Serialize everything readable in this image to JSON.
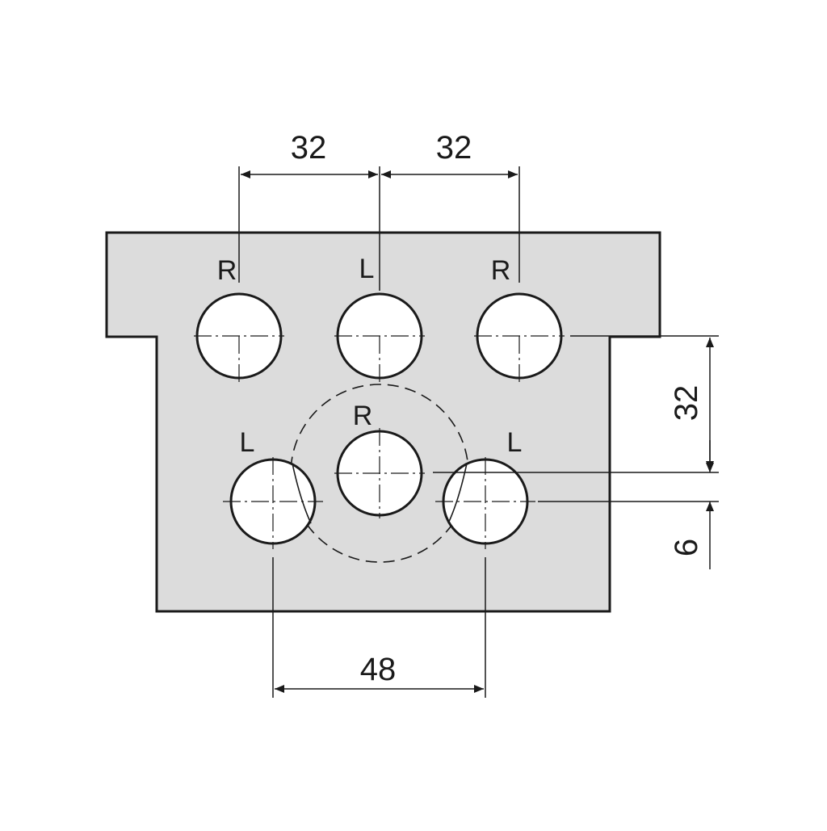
{
  "colors": {
    "plate_fill": "#dcdcdc",
    "outline": "#1a1a1a",
    "hole_fill": "#ffffff",
    "background": "#ffffff"
  },
  "dimensions": {
    "top_left": "32",
    "top_right": "32",
    "right_vertical": "32",
    "right_offset": "6",
    "bottom": "48"
  },
  "holes": {
    "top_left": "R",
    "top_center": "L",
    "top_right": "R",
    "middle_center": "R",
    "bottom_left": "L",
    "bottom_right": "L"
  }
}
